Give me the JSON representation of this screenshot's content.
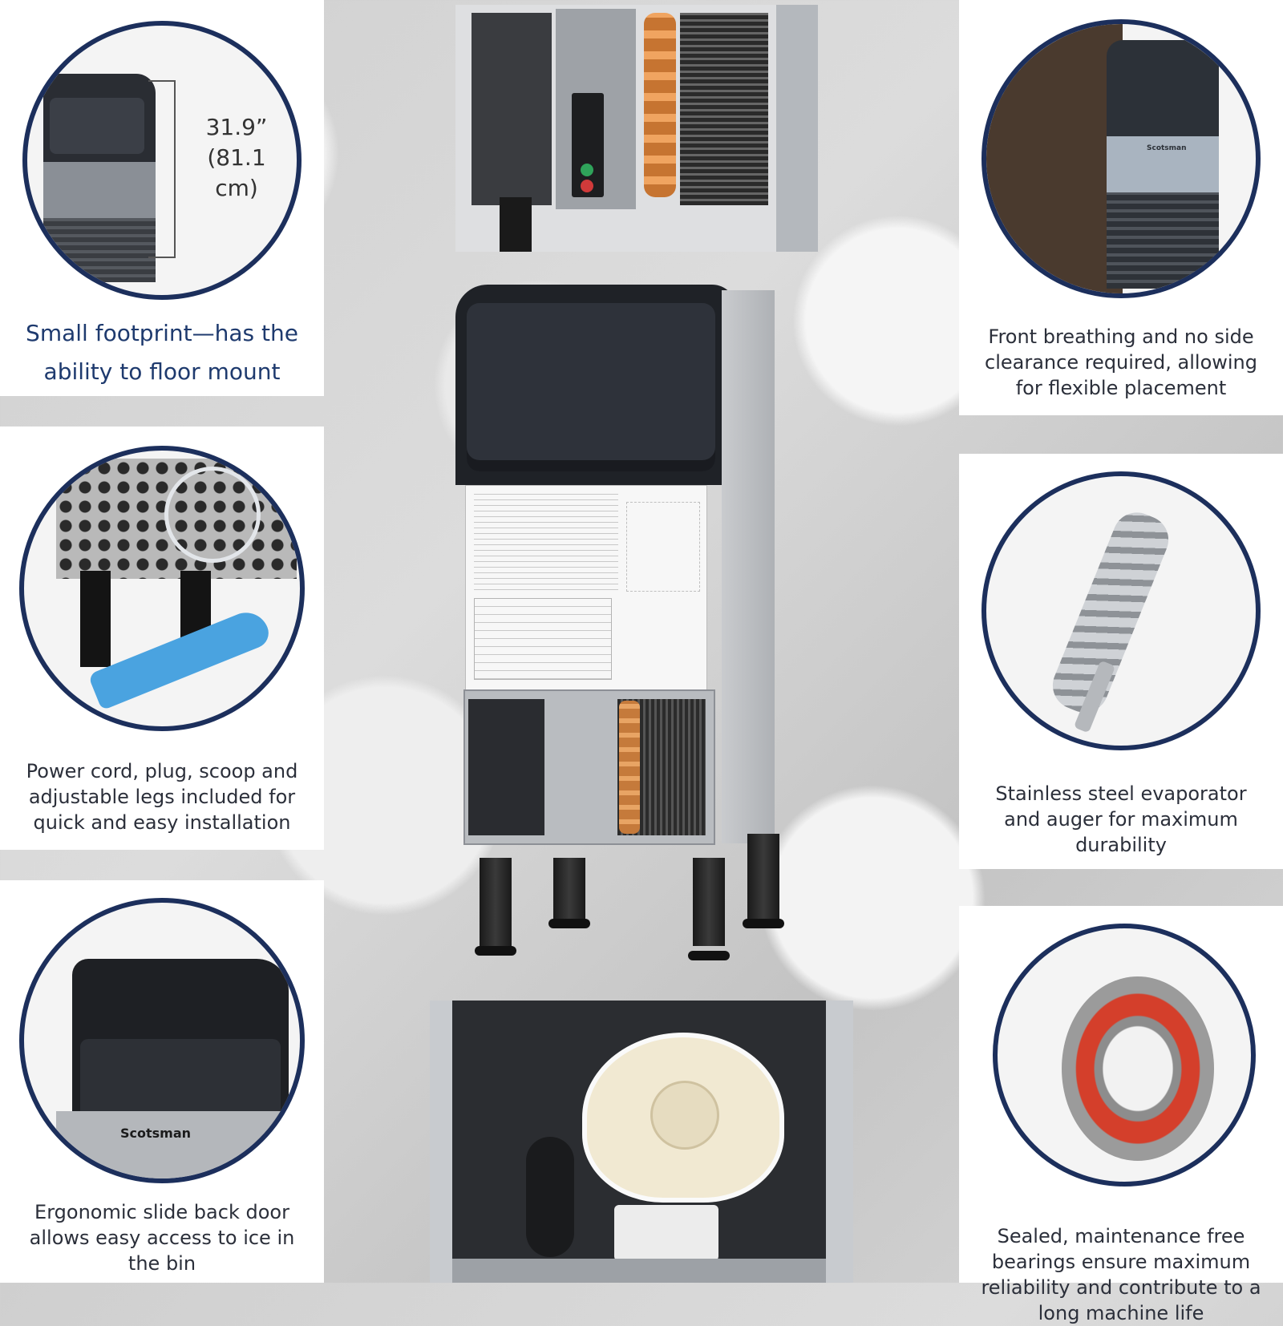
{
  "features": {
    "floor_mount": {
      "caption": "Small footprint—has the ability to floor mount",
      "dimension_in": "31.9”",
      "dimension_cm": "(81.1 cm)",
      "icon": "mini-ice-machine"
    },
    "installation": {
      "caption": "Power cord, plug, scoop and adjustable legs included for quick and easy installation",
      "icon": "accessories"
    },
    "door": {
      "caption": "Ergonomic slide back door allows easy access to ice in the bin",
      "logo_text": "Scotsman",
      "icon": "slide-door"
    },
    "placement": {
      "caption": "Front breathing and no side clearance required, allowing for flexible placement",
      "logo_text": "Scotsman",
      "icon": "built-in-unit"
    },
    "durability": {
      "caption": "Stainless steel evaporator and auger for maximum durability",
      "icon": "auger"
    },
    "bearings": {
      "caption": "Sealed, maintenance free bearings ensure maximum reliability and contribute to a long machine life",
      "icon": "bearing"
    }
  },
  "colors": {
    "circle_border": "#1c2f5c",
    "caption_blue": "#1e3a6e",
    "caption_text": "#2b2f3a"
  }
}
